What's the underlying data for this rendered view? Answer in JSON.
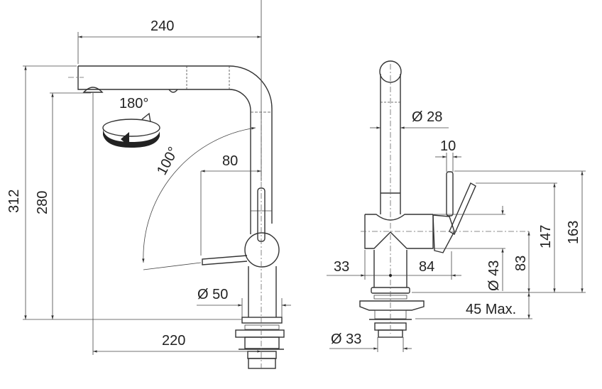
{
  "side_view": {
    "width_240": "240",
    "rotation_180": "180°",
    "angle_100": "100°",
    "lever_80": "80",
    "height_312": "312",
    "height_280": "280",
    "base_dia_50": "Ø 50",
    "reach_220": "220"
  },
  "front_view": {
    "spout_dia_28": "Ø 28",
    "lever_10": "10",
    "height_163": "163",
    "height_147": "147",
    "height_83": "83",
    "body_dia_43": "Ø 43",
    "offset_33": "33",
    "offset_84": "84",
    "deck_45_max": "45 Max.",
    "shank_dia_33": "Ø 33"
  }
}
